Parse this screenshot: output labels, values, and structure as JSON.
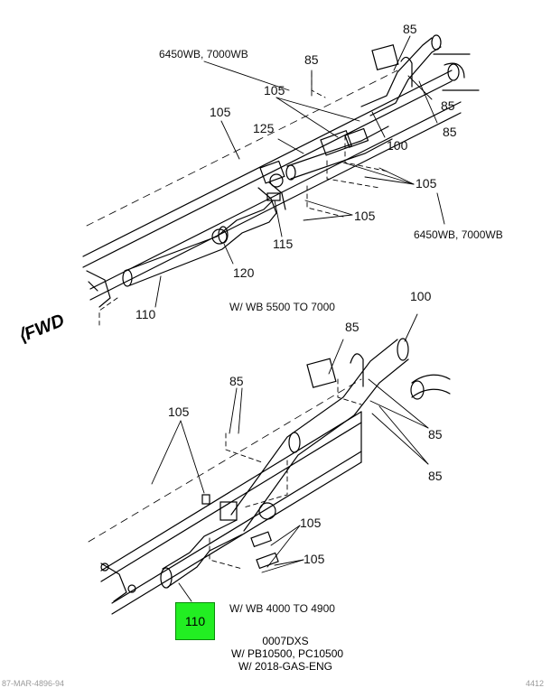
{
  "direction_label": "FWD",
  "top_view": {
    "labels": {
      "wb_top_left": "6450WB, 7000WB",
      "wb_right": "6450WB, 7000WB",
      "n85_a": "85",
      "n85_b": "85",
      "n85_c": "85",
      "n85_d": "85",
      "n100": "100",
      "n105_a": "105",
      "n105_b": "105",
      "n105_c": "105",
      "n105_d": "105",
      "n125": "125",
      "n115": "115",
      "n120": "120",
      "n110": "110"
    },
    "caption": "W/ WB 5500 TO 7000"
  },
  "bottom_view": {
    "labels": {
      "n100": "100",
      "n85_a": "85",
      "n85_b": "85",
      "n85_c": "85",
      "n85_d": "85",
      "n105_a": "105",
      "n105_b": "105",
      "n105_c": "105"
    },
    "highlighted_callout": "110",
    "highlight_color": "#22ee22",
    "caption": "W/ WB 4000 TO 4900"
  },
  "footer": {
    "line1": "0007DXS",
    "line2": "W/ PB10500, PC10500",
    "line3": "W/ 2018-GAS-ENG"
  },
  "bottom_stub_left": "87-MAR-4896-94",
  "bottom_stub_right": "4412"
}
